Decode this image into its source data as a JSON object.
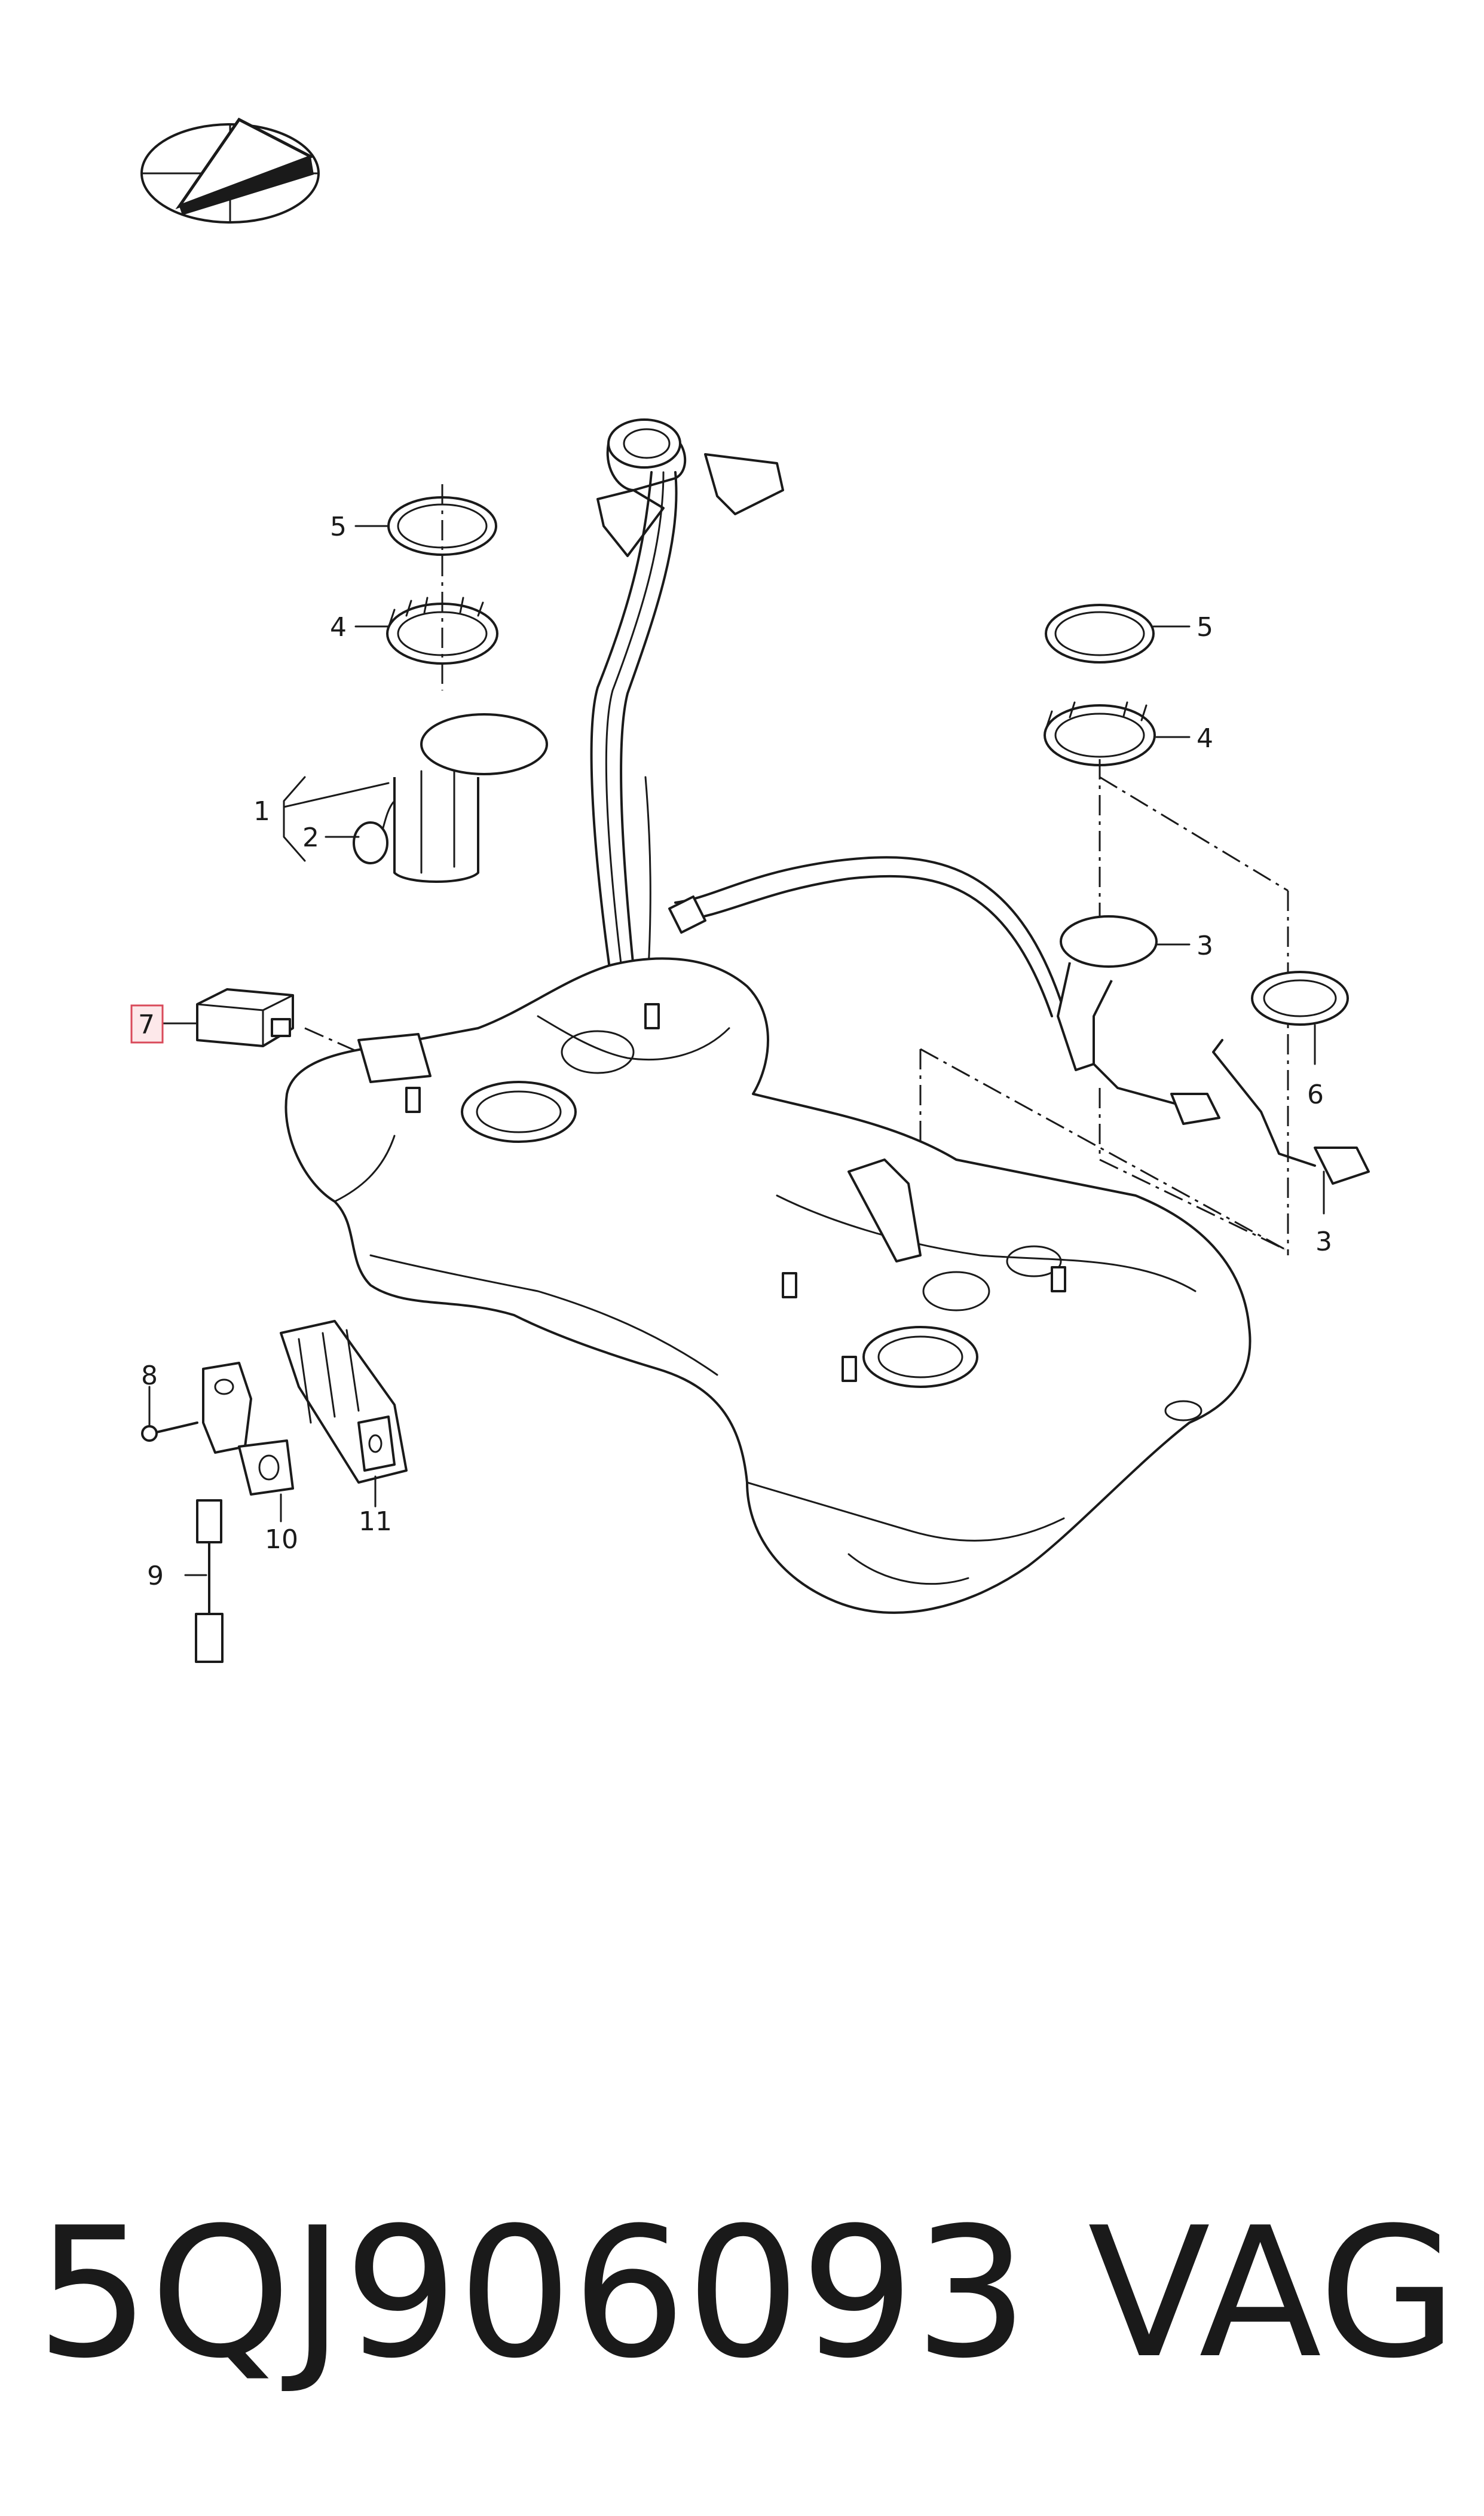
{
  "callouts": {
    "c1": "1",
    "c2": "2",
    "c3a": "3",
    "c3b": "3",
    "c4a": "4",
    "c4b": "4",
    "c5a": "5",
    "c5b": "5",
    "c6": "6",
    "c7": "7",
    "c8": "8",
    "c9": "9",
    "c10": "10",
    "c11": "11"
  },
  "highlight_color": "#d94a5a",
  "footer": {
    "part_number": "5QJ906093",
    "brand": "VAG"
  }
}
